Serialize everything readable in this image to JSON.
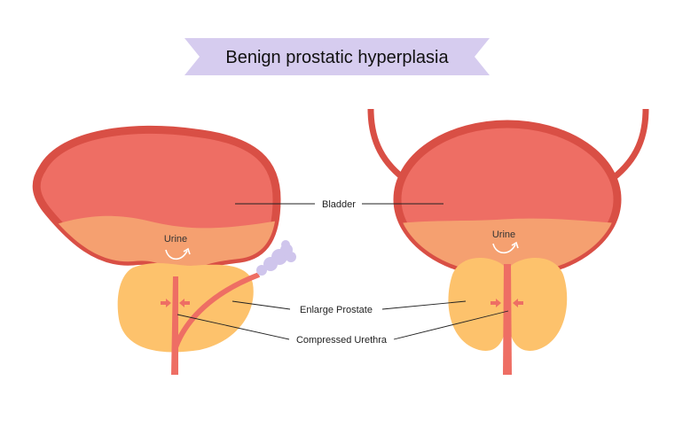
{
  "title": "Benign prostatic hyperplasia",
  "labels": {
    "bladder": "Bladder",
    "enlarge_prostate": "Enlarge Prostate",
    "compressed_urethra": "Compressed Urethra"
  },
  "left_diagram": {
    "urine": "Urine"
  },
  "right_diagram": {
    "urine": "Urine"
  },
  "colors": {
    "bladder_wall": "#d94f45",
    "bladder_fill": "#ee6e64",
    "urine": "#f5a070",
    "prostate": "#fdc26c",
    "urethra": "#ee6e64",
    "seminal_vesicle": "#cfc5ec",
    "banner": "#d6ccef"
  }
}
